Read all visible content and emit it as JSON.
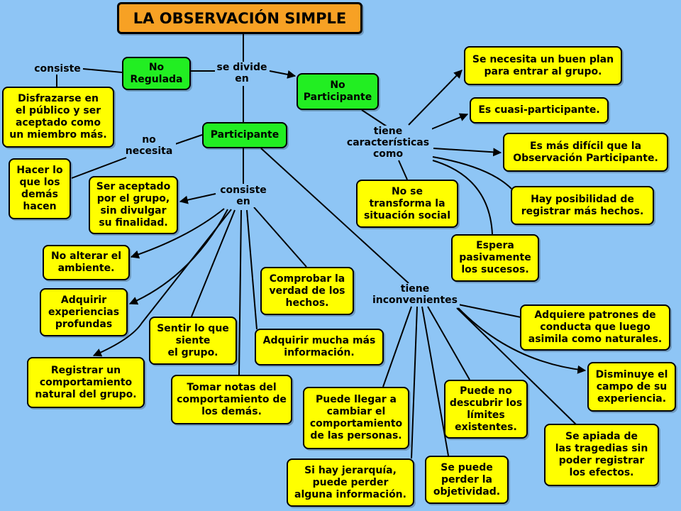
{
  "title": "LA OBSERVACIÓN SIMPLE",
  "colors": {
    "background": "#8ec5f5",
    "node_fill": "#ffff00",
    "category_fill": "#22ee22",
    "title_fill": "#f7a124",
    "line": "#000000"
  },
  "categories": {
    "no_regulada": "No\nRegulada",
    "no_participante": "No\nParticipante",
    "participante": "Participante"
  },
  "link_labels": {
    "consiste": "consiste",
    "se_divide_en": "se divide\nen",
    "no_necesita": "no\nnecesita",
    "consiste_en": "consiste\nen",
    "tiene_caracteristicas_como": "tiene\ncaracterísticas\ncomo",
    "tiene_inconvenientes": "tiene\ninconvenientes"
  },
  "nodes": {
    "disfrazarse": "Disfrazarse en\nel público y ser\naceptado como\nun miembro más.",
    "hacer_lo": "Hacer lo\nque los\ndemás\nhacen",
    "ser_aceptado": "Ser aceptado\npor el grupo,\nsin divulgar\nsu finalidad.",
    "no_alterar": "No alterar el\nambiente.",
    "adquirir_experiencias": "Adquirir\nexperiencias\nprofundas",
    "registrar": "Registrar un\ncomportamiento\nnatural del grupo.",
    "sentir": "Sentir lo que\nsiente\nel grupo.",
    "tomar_notas": "Tomar notas del\ncomportamiento de\nlos demás.",
    "adquirir_mucha": "Adquirir mucha más\ninformación.",
    "comprobar": "Comprobar la\nverdad de los\nhechos.",
    "se_necesita": "Se necesita un buen plan\npara entrar al grupo.",
    "cuasi": "Es cuasi-participante.",
    "mas_dificil": "Es más difícil que la\nObservación Participante.",
    "no_se_transforma": "No se\ntransforma la\nsituación social",
    "hay_posibilidad": "Hay posibilidad de\nregistrar más hechos.",
    "espera": "Espera\npasivamente\nlos sucesos.",
    "adquiere_patrones": "Adquiere patrones de\nconducta que luego\nasimila como naturales.",
    "disminuye": "Disminuye el\ncampo de su\nexperiencia.",
    "se_apiada": "Se apiada de\nlas tragedias sin\npoder registrar\nlos efectos.",
    "puede_no_descubrir": "Puede no\ndescubrir los\nlímites\nexistentes.",
    "perder_objetividad": "Se puede\nperder la\nobjetividad.",
    "jerarquia": "Si hay jerarquía,\npuede perder\nalguna información.",
    "cambiar_comportamiento": "Puede llegar a\ncambiar el\ncomportamiento\nde las personas."
  }
}
